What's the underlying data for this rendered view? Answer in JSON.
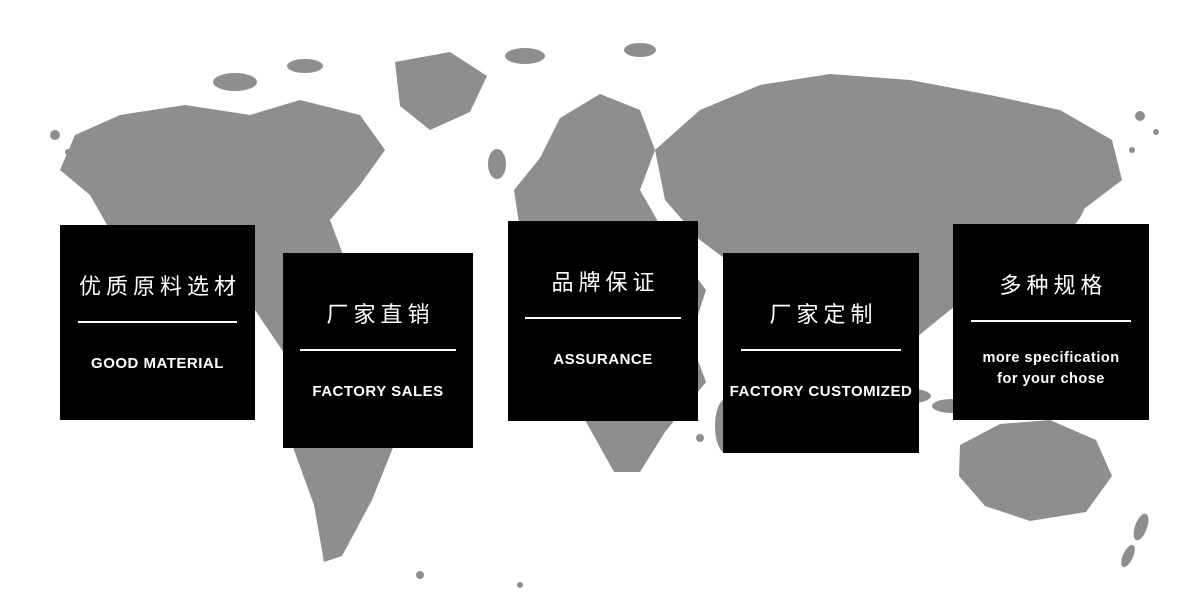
{
  "colors": {
    "background": "#ffffff",
    "map": "#8e8e8e",
    "card_bg": "#000000",
    "card_text": "#ffffff"
  },
  "cards": [
    {
      "title": "优质原料选材",
      "subtitle": "GOOD MATERIAL"
    },
    {
      "title": "厂家直销",
      "subtitle": "FACTORY SALES"
    },
    {
      "title": "品牌保证",
      "subtitle": "ASSURANCE"
    },
    {
      "title": "厂家定制",
      "subtitle": "FACTORY CUSTOMIZED"
    },
    {
      "title": "多种规格",
      "subtitle": "more specification\nfor your chose"
    }
  ]
}
